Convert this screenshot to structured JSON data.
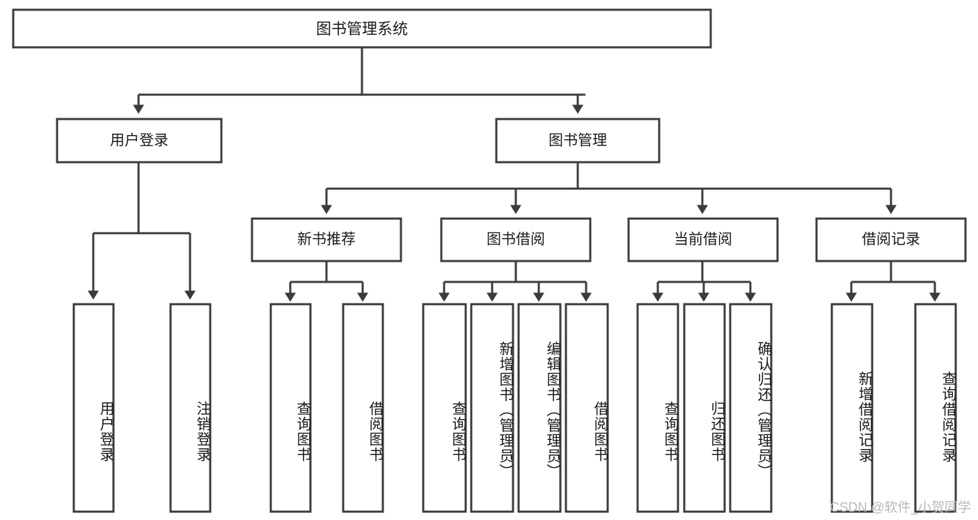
{
  "diagram": {
    "type": "tree-hierarchy",
    "title": "图书管理系统",
    "root": {
      "id": "root",
      "label": "图书管理系统"
    },
    "level1": [
      {
        "id": "user-login",
        "label": "用户登录"
      },
      {
        "id": "book-management",
        "label": "图书管理"
      }
    ],
    "level2": [
      {
        "id": "new-book-recommend",
        "label": "新书推荐",
        "parent": "book-management"
      },
      {
        "id": "book-borrow",
        "label": "图书借阅",
        "parent": "book-management"
      },
      {
        "id": "current-borrow",
        "label": "当前借阅",
        "parent": "book-management"
      },
      {
        "id": "borrow-record",
        "label": "借阅记录",
        "parent": "book-management"
      }
    ],
    "leaves": {
      "user_login": [
        {
          "id": "leaf-user-login",
          "label": "用户登录"
        },
        {
          "id": "leaf-logout-login",
          "label": "注销登录"
        }
      ],
      "new_book_recommend": [
        {
          "id": "leaf-query-book-1",
          "label": "查询图书"
        },
        {
          "id": "leaf-borrow-book-1",
          "label": "借阅图书"
        }
      ],
      "book_borrow": [
        {
          "id": "leaf-query-book-2",
          "label": "查询图书"
        },
        {
          "id": "leaf-add-book",
          "label": "新增图书（管理员）"
        },
        {
          "id": "leaf-edit-book",
          "label": "编辑图书（管理员）"
        },
        {
          "id": "leaf-borrow-book-2",
          "label": "借阅图书"
        }
      ],
      "current_borrow": [
        {
          "id": "leaf-query-book-3",
          "label": "查询图书"
        },
        {
          "id": "leaf-return-book",
          "label": "归还图书"
        },
        {
          "id": "leaf-confirm-return",
          "label": "确认归还（管理员）"
        }
      ],
      "borrow_record": [
        {
          "id": "leaf-add-record",
          "label": "新增借阅记录"
        },
        {
          "id": "leaf-query-record",
          "label": "查询借阅记录"
        }
      ]
    },
    "colors": {
      "stroke": "#3b3b3b",
      "fill": "#ffffff",
      "text": "#1a1a1a",
      "watermark": "#b9b9b9"
    }
  },
  "watermark": {
    "text": "CSDN @软件_小贺同学"
  }
}
